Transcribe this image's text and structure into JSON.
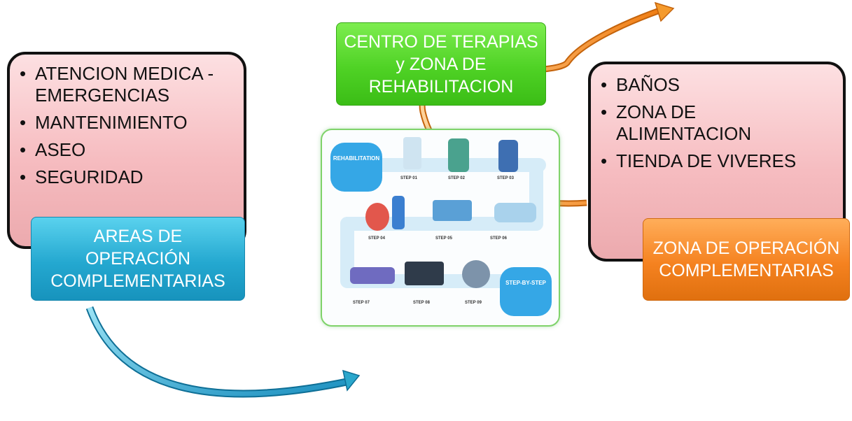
{
  "left_panel": {
    "items": [
      "ATENCION MEDICA - EMERGENCIAS",
      "MANTENIMIENTO",
      "ASEO",
      "SEGURIDAD"
    ],
    "label": "AREAS DE\nOPERACIÓN\nCOMPLEMENTARIAS"
  },
  "center": {
    "label": "CENTRO DE TERAPIAS\ny ZONA DE\nREHABILITACION",
    "infographic": {
      "title": "REHABILITATION",
      "end_label": "STEP-BY-STEP",
      "steps": [
        "STEP 01",
        "STEP 02",
        "STEP 03",
        "STEP 04",
        "STEP 05",
        "STEP 06",
        "STEP 07",
        "STEP 08",
        "STEP 09"
      ]
    }
  },
  "right_panel": {
    "items": [
      "BAÑOS",
      "ZONA DE ALIMENTACION",
      "TIENDA DE VIVERES"
    ],
    "label": "ZONA DE OPERACIÓN\nCOMPLEMENTARIAS"
  },
  "colors": {
    "blue_label": "#24a8d0",
    "green_label": "#4fd225",
    "orange_label": "#f58220",
    "pink_panel": "#f6bcc0",
    "blue_arrow": "#2aa7cc",
    "orange_arrow": "#f59a2c"
  }
}
